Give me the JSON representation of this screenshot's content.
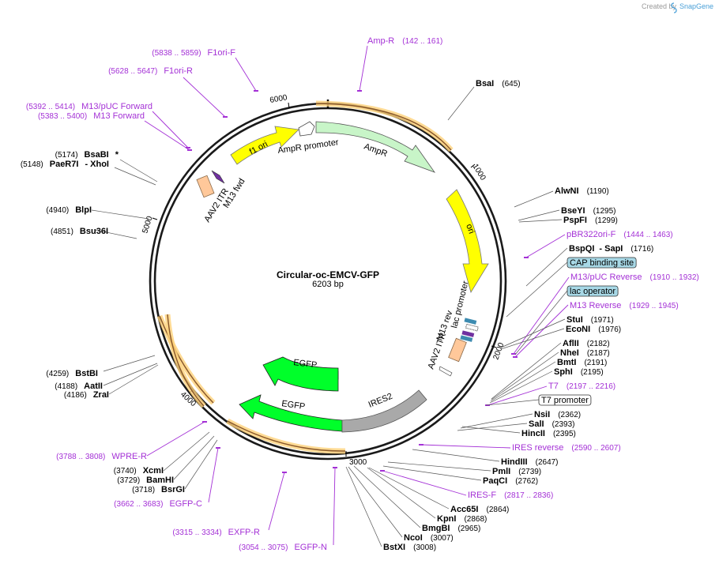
{
  "credit": {
    "prefix": "Created by",
    "brand": "SnapGene"
  },
  "plasmid": {
    "name": "Circular-oc-EMCV-GFP",
    "length": "6203 bp",
    "length_bp": 6203
  },
  "ticks": [
    "1000",
    "2000",
    "3000",
    "4000",
    "5000",
    "6000"
  ],
  "features": [
    {
      "name": "AmpR",
      "color": "#c8f5c8"
    },
    {
      "name": "AmpR promoter",
      "color": "#ffffff"
    },
    {
      "name": "ori",
      "color": "#ffff00"
    },
    {
      "name": "f1 ori",
      "color": "#ffff00"
    },
    {
      "name": "EGFP",
      "color": "#00ff2a"
    },
    {
      "name": "EGFP",
      "color": "#00ff2a"
    },
    {
      "name": "IRES2",
      "color": "#a9a9a9"
    },
    {
      "name": "AAV2 ITR",
      "color": "#ffc89a"
    },
    {
      "name": "AAV2 ITR",
      "color": "#ffc89a"
    },
    {
      "name": "M13 fwd"
    },
    {
      "name": "M13 rev"
    },
    {
      "name": "lac promoter"
    }
  ],
  "labels": [
    {
      "name": "Amp-R",
      "pos": "(142 .. 161)",
      "kind": "primer"
    },
    {
      "name": "F1ori-F",
      "pos": "(5838 .. 5859)",
      "kind": "primer"
    },
    {
      "name": "F1ori-R",
      "pos": "(5628 .. 5647)",
      "kind": "primer"
    },
    {
      "name": "M13/pUC Forward",
      "pos": "(5392 .. 5414)",
      "kind": "primer"
    },
    {
      "name": "M13 Forward",
      "pos": "(5383 .. 5400)",
      "kind": "primer"
    },
    {
      "name": "BsaBI",
      "pos": "(5174)",
      "kind": "site",
      "extra": "*"
    },
    {
      "name": "PaeR7I",
      "pos": "(5148)",
      "kind": "site",
      "extra": "- XhoI"
    },
    {
      "name": "BlpI",
      "pos": "(4940)",
      "kind": "site"
    },
    {
      "name": "Bsu36I",
      "pos": "(4851)",
      "kind": "site"
    },
    {
      "name": "BstBI",
      "pos": "(4259)",
      "kind": "site"
    },
    {
      "name": "AatII",
      "pos": "(4188)",
      "kind": "site"
    },
    {
      "name": "ZraI",
      "pos": "(4186)",
      "kind": "site"
    },
    {
      "name": "WPRE-R",
      "pos": "(3788 .. 3808)",
      "kind": "primer"
    },
    {
      "name": "XcmI",
      "pos": "(3740)",
      "kind": "site"
    },
    {
      "name": "BamHI",
      "pos": "(3729)",
      "kind": "site"
    },
    {
      "name": "BsrGI",
      "pos": "(3718)",
      "kind": "site"
    },
    {
      "name": "EGFP-C",
      "pos": "(3662 .. 3683)",
      "kind": "primer"
    },
    {
      "name": "EXFP-R",
      "pos": "(3315 .. 3334)",
      "kind": "primer"
    },
    {
      "name": "EGFP-N",
      "pos": "(3054 .. 3075)",
      "kind": "primer"
    },
    {
      "name": "BsaI",
      "pos": "(645)",
      "kind": "site"
    },
    {
      "name": "AlwNI",
      "pos": "(1190)",
      "kind": "site"
    },
    {
      "name": "BseYI",
      "pos": "(1295)",
      "kind": "site"
    },
    {
      "name": "PspFI",
      "pos": "(1299)",
      "kind": "site"
    },
    {
      "name": "pBR322ori-F",
      "pos": "(1444 .. 1463)",
      "kind": "primer"
    },
    {
      "name": "BspQI",
      "pos": "(1716)",
      "kind": "site",
      "extra": "- SapI"
    },
    {
      "name": "CAP binding site",
      "pos": "",
      "kind": "box",
      "fill": "#a7d8e6"
    },
    {
      "name": "M13/pUC Reverse",
      "pos": "(1910 .. 1932)",
      "kind": "primer"
    },
    {
      "name": "lac operator",
      "pos": "",
      "kind": "box",
      "fill": "#a7d8e6"
    },
    {
      "name": "M13 Reverse",
      "pos": "(1929 .. 1945)",
      "kind": "primer"
    },
    {
      "name": "StuI",
      "pos": "(1971)",
      "kind": "site"
    },
    {
      "name": "EcoNI",
      "pos": "(1976)",
      "kind": "site"
    },
    {
      "name": "AflII",
      "pos": "(2182)",
      "kind": "site"
    },
    {
      "name": "NheI",
      "pos": "(2187)",
      "kind": "site"
    },
    {
      "name": "BmtI",
      "pos": "(2191)",
      "kind": "site"
    },
    {
      "name": "SphI",
      "pos": "(2195)",
      "kind": "site"
    },
    {
      "name": "T7",
      "pos": "(2197 .. 2216)",
      "kind": "primer"
    },
    {
      "name": "T7 promoter",
      "pos": "",
      "kind": "box",
      "fill": "#ffffff"
    },
    {
      "name": "NsiI",
      "pos": "(2362)",
      "kind": "site"
    },
    {
      "name": "SalI",
      "pos": "(2393)",
      "kind": "site"
    },
    {
      "name": "HincII",
      "pos": "(2395)",
      "kind": "site"
    },
    {
      "name": "IRES reverse",
      "pos": "(2590 .. 2607)",
      "kind": "primer"
    },
    {
      "name": "HindIII",
      "pos": "(2647)",
      "kind": "site"
    },
    {
      "name": "PmlI",
      "pos": "(2739)",
      "kind": "site"
    },
    {
      "name": "PaqCI",
      "pos": "(2762)",
      "kind": "site"
    },
    {
      "name": "IRES-F",
      "pos": "(2817 .. 2836)",
      "kind": "primer"
    },
    {
      "name": "Acc65I",
      "pos": "(2864)",
      "kind": "site"
    },
    {
      "name": "KpnI",
      "pos": "(2868)",
      "kind": "site"
    },
    {
      "name": "BmgBI",
      "pos": "(2965)",
      "kind": "site"
    },
    {
      "name": "NcoI",
      "pos": "(3007)",
      "kind": "site"
    },
    {
      "name": "BstXI",
      "pos": "(3008)",
      "kind": "site"
    }
  ]
}
